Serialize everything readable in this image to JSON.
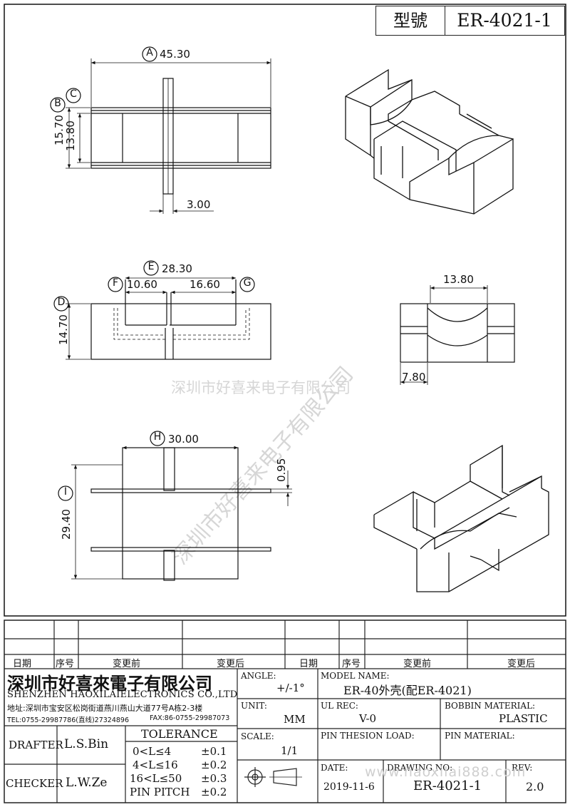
{
  "header": {
    "model_label": "型號",
    "model_value": "ER-4021-1"
  },
  "watermark": {
    "text": "深圳市好喜来电子有限公司"
  },
  "dimensions": {
    "a": {
      "tag": "A",
      "value": "45.30"
    },
    "b": {
      "tag": "B",
      "value": "15.70"
    },
    "c": {
      "tag": "C",
      "value": "13.80"
    },
    "pin": {
      "value": "3.00"
    },
    "d": {
      "tag": "D",
      "value": "14.70"
    },
    "e": {
      "tag": "E",
      "value": "28.30"
    },
    "f": {
      "tag": "F",
      "value": "10.60"
    },
    "g": {
      "tag": "G",
      "value": "16.60"
    },
    "side_width": {
      "value": "13.80"
    },
    "side_bottom": {
      "value": "7.80"
    },
    "h": {
      "tag": "H",
      "value": "30.00"
    },
    "thick": {
      "value": "0.95"
    },
    "i": {
      "tag": "I",
      "value": "29.40"
    }
  },
  "revision": {
    "date": "日期",
    "seq": "序号",
    "before": "变更前",
    "after": "变更后"
  },
  "company": {
    "name_cn": "深圳市好喜來電子有限公司",
    "name_en": "SHENZHEN HAOXILAIELECTRONICS CO.,LTD",
    "address": "地址:深圳市宝安区松岗街道燕川燕山大道77号A栋2-3楼",
    "tel": "TEL:0755-29987786(直线)27324896",
    "fax": "FAX:86-0755-29987073"
  },
  "title_block": {
    "angle_label": "ANGLE:",
    "angle_value": "+/-1°",
    "model_name_label": "MODEL NAME:",
    "model_name_value": "ER-40外壳(配ER-4021)",
    "unit_label": "UNIT:",
    "unit_value": "MM",
    "ul_label": "UL REC:",
    "ul_value": "V-0",
    "bobbin_label": "BOBBIN MATERIAL:",
    "bobbin_value": "PLASTIC",
    "scale_label": "SCALE:",
    "scale_value": "1/1",
    "pin_load_label": "PIN THESION LOAD:",
    "pin_material_label": "PIN MATERIAL:",
    "drafter_label": "DRAFTER",
    "drafter_value": "L.S.Bin",
    "checker_label": "CHECKER",
    "checker_value": "L.W.Ze",
    "tolerance_label": "TOLERANCE",
    "tol_rows": [
      {
        "range": "0<L≤4",
        "value": "±0.1"
      },
      {
        "range": "4<L≤16",
        "value": "±0.2"
      },
      {
        "range": "16<L≤50",
        "value": "±0.3"
      },
      {
        "range": "PIN PITCH",
        "value": "±0.2"
      }
    ],
    "date_label": "DATE:",
    "date_value": "2019-11-6",
    "drawing_no_label": "DRAWING NO:",
    "drawing_no_value": "ER-4021-1",
    "rev_label": "REV:",
    "rev_value": "2.0",
    "url_watermark": "www.haoxilai888.com"
  }
}
